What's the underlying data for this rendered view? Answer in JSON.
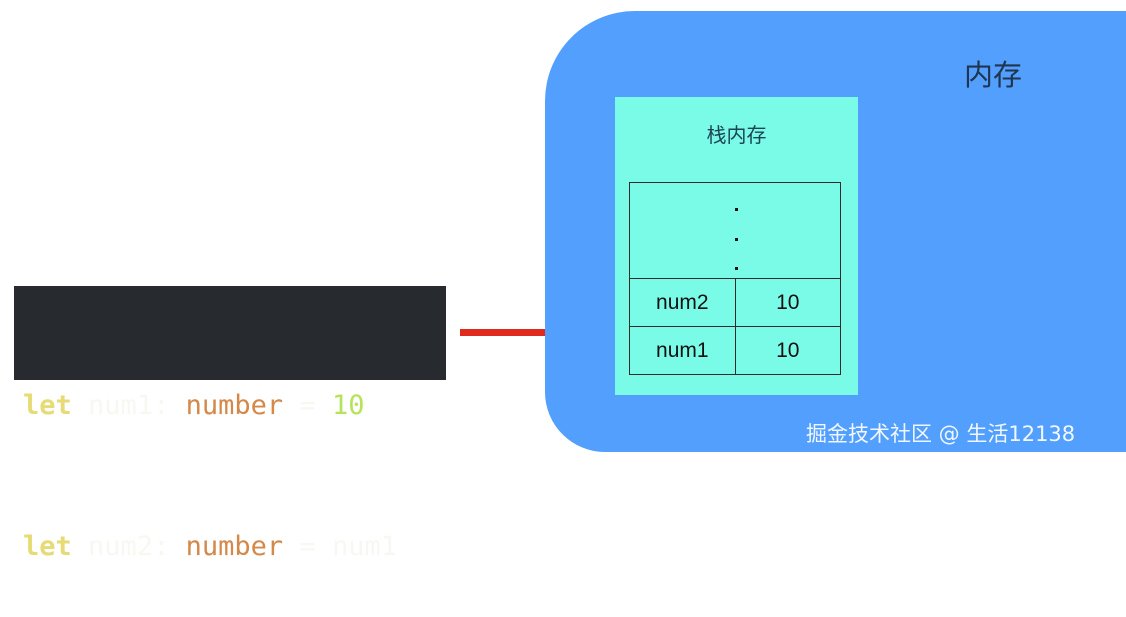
{
  "code": {
    "lines": [
      {
        "keyword": "let",
        "name": "num1",
        "colon": ":",
        "type": "number",
        "op": "=",
        "value": "10",
        "value_kind": "number"
      },
      {
        "keyword": "let",
        "name": "num2",
        "colon": ":",
        "type": "number",
        "op": "=",
        "value": "num1",
        "value_kind": "identifier"
      }
    ]
  },
  "memory": {
    "title": "内存",
    "stack": {
      "title": "栈内存",
      "rows": [
        {
          "name": "num2",
          "value": "10"
        },
        {
          "name": "num1",
          "value": "10"
        }
      ]
    }
  },
  "watermark": "掘金技术社区 @ 生活12138",
  "colors": {
    "memory_bg": "#529ffd",
    "stack_bg": "#79fbe8",
    "code_bg": "#272b30",
    "arrow": "#e02a1d"
  }
}
